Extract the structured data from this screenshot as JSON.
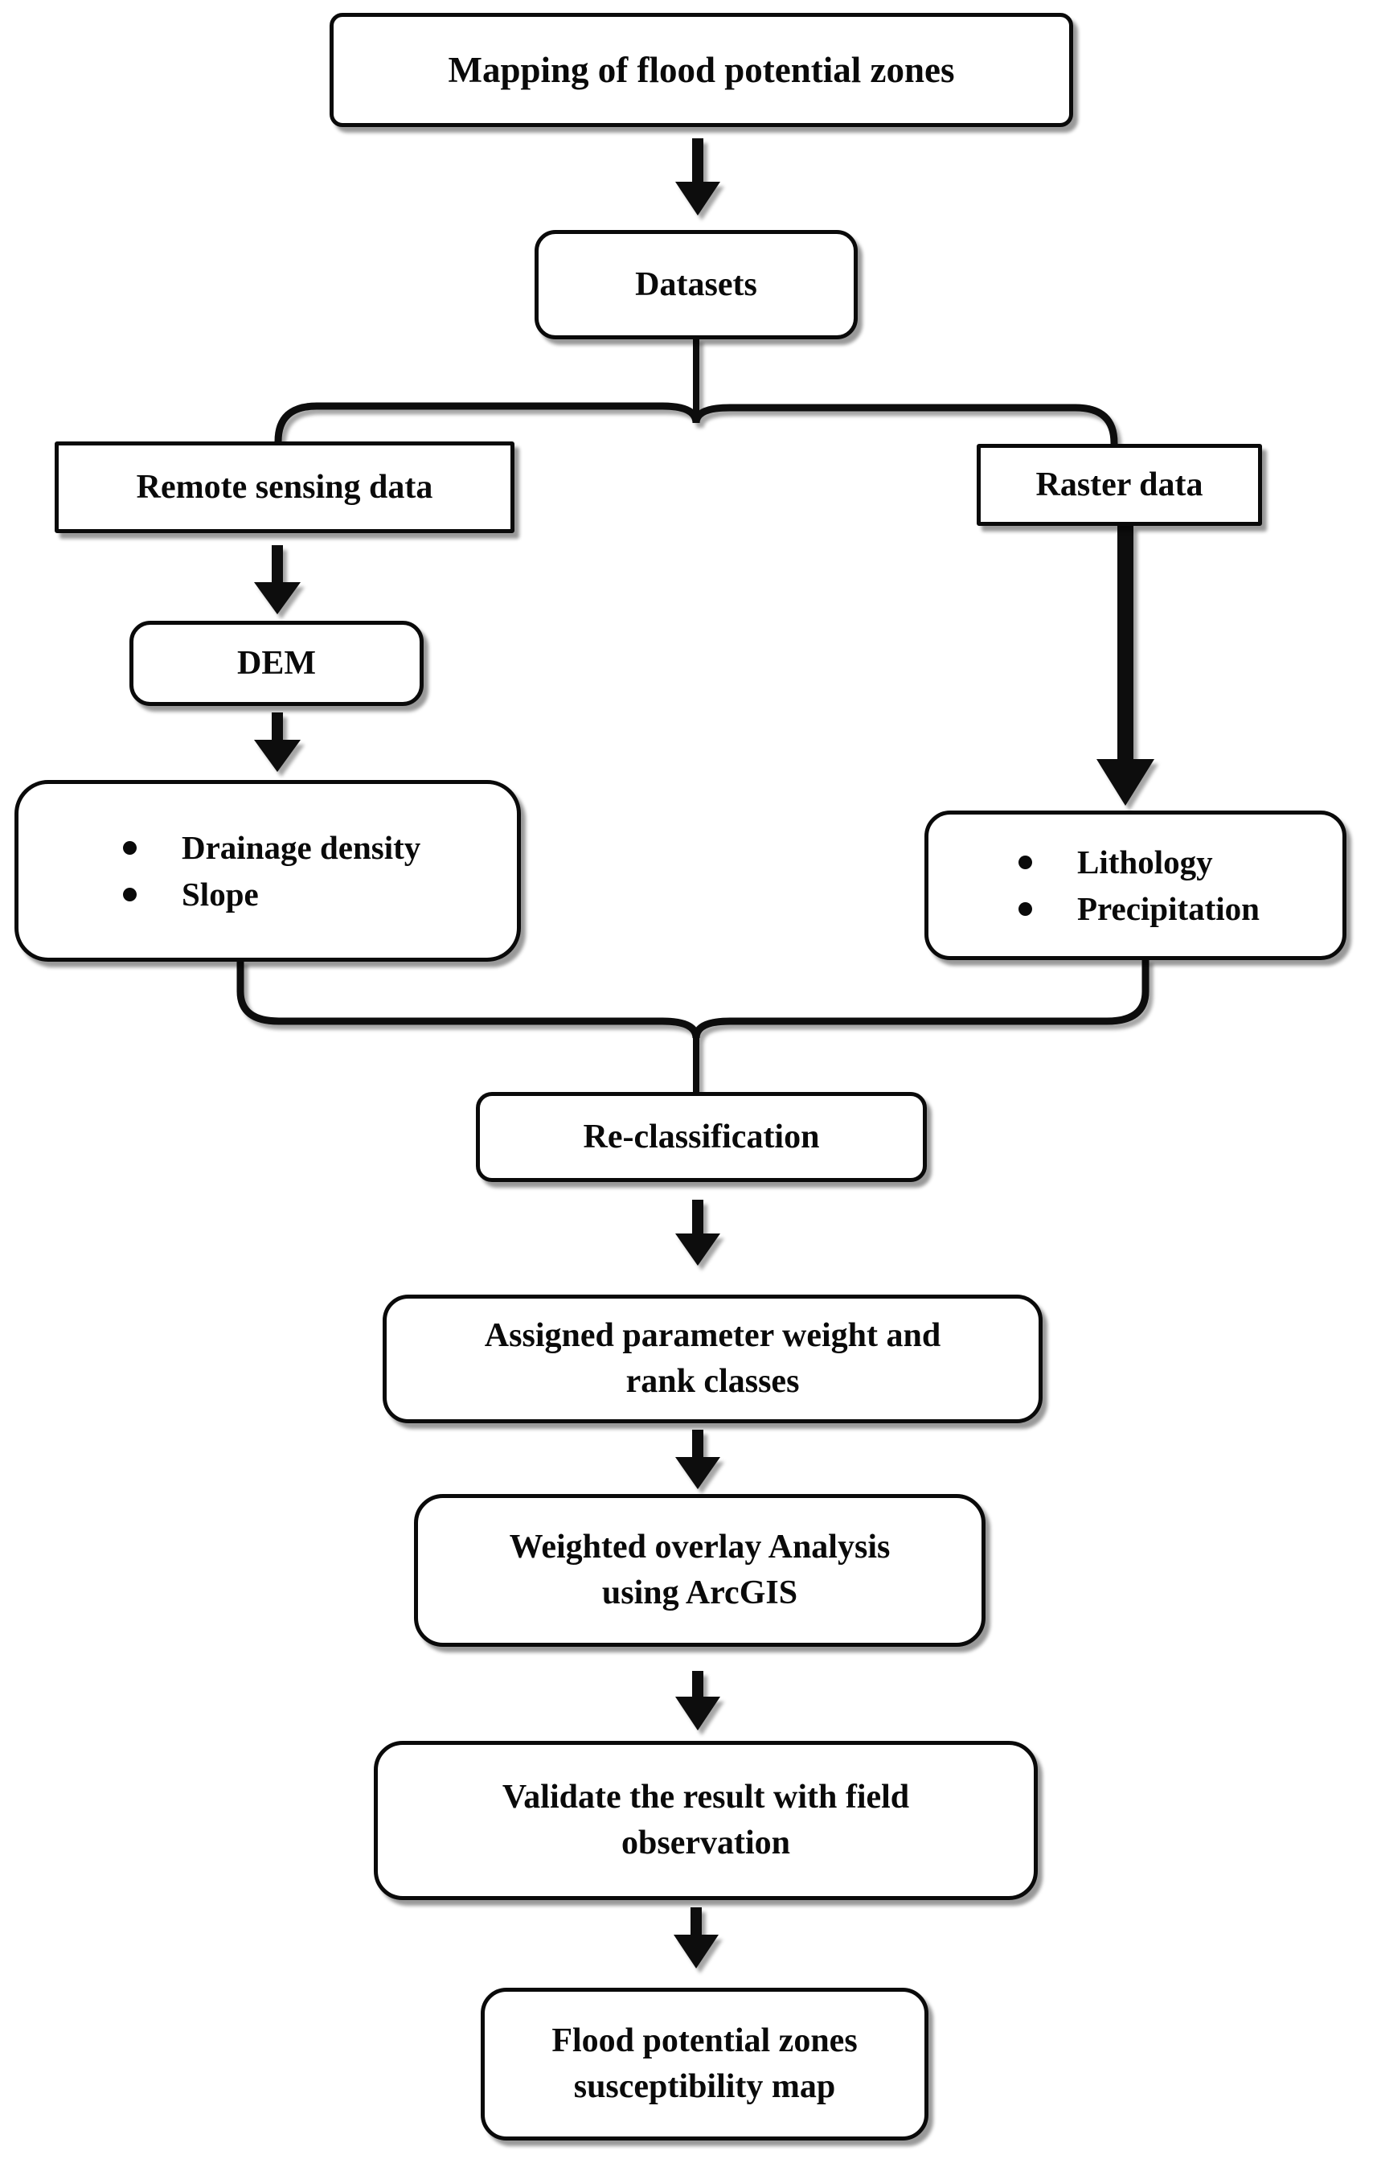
{
  "colors": {
    "background": "#ffffff",
    "ink": "#0a0a0a"
  },
  "flowchart": {
    "title": {
      "label": "Mapping of flood potential zones"
    },
    "datasets": {
      "label": "Datasets"
    },
    "remote_sensing": {
      "label": "Remote sensing data"
    },
    "raster_data": {
      "label": "Raster data"
    },
    "dem": {
      "label": "DEM"
    },
    "remote_outputs": {
      "items": [
        "Drainage density",
        "Slope"
      ]
    },
    "raster_outputs": {
      "items": [
        "Lithology",
        "Precipitation"
      ]
    },
    "reclassification": {
      "label": "Re-classification"
    },
    "assign_weights": {
      "label": "Assigned parameter weight and\nrank classes"
    },
    "weighted_overlay": {
      "label": "Weighted overlay Analysis\nusing ArcGIS"
    },
    "validation": {
      "label": "Validate the result with field\nobservation"
    },
    "flood_map": {
      "label": "Flood potential zones\nsusceptibility map"
    }
  }
}
